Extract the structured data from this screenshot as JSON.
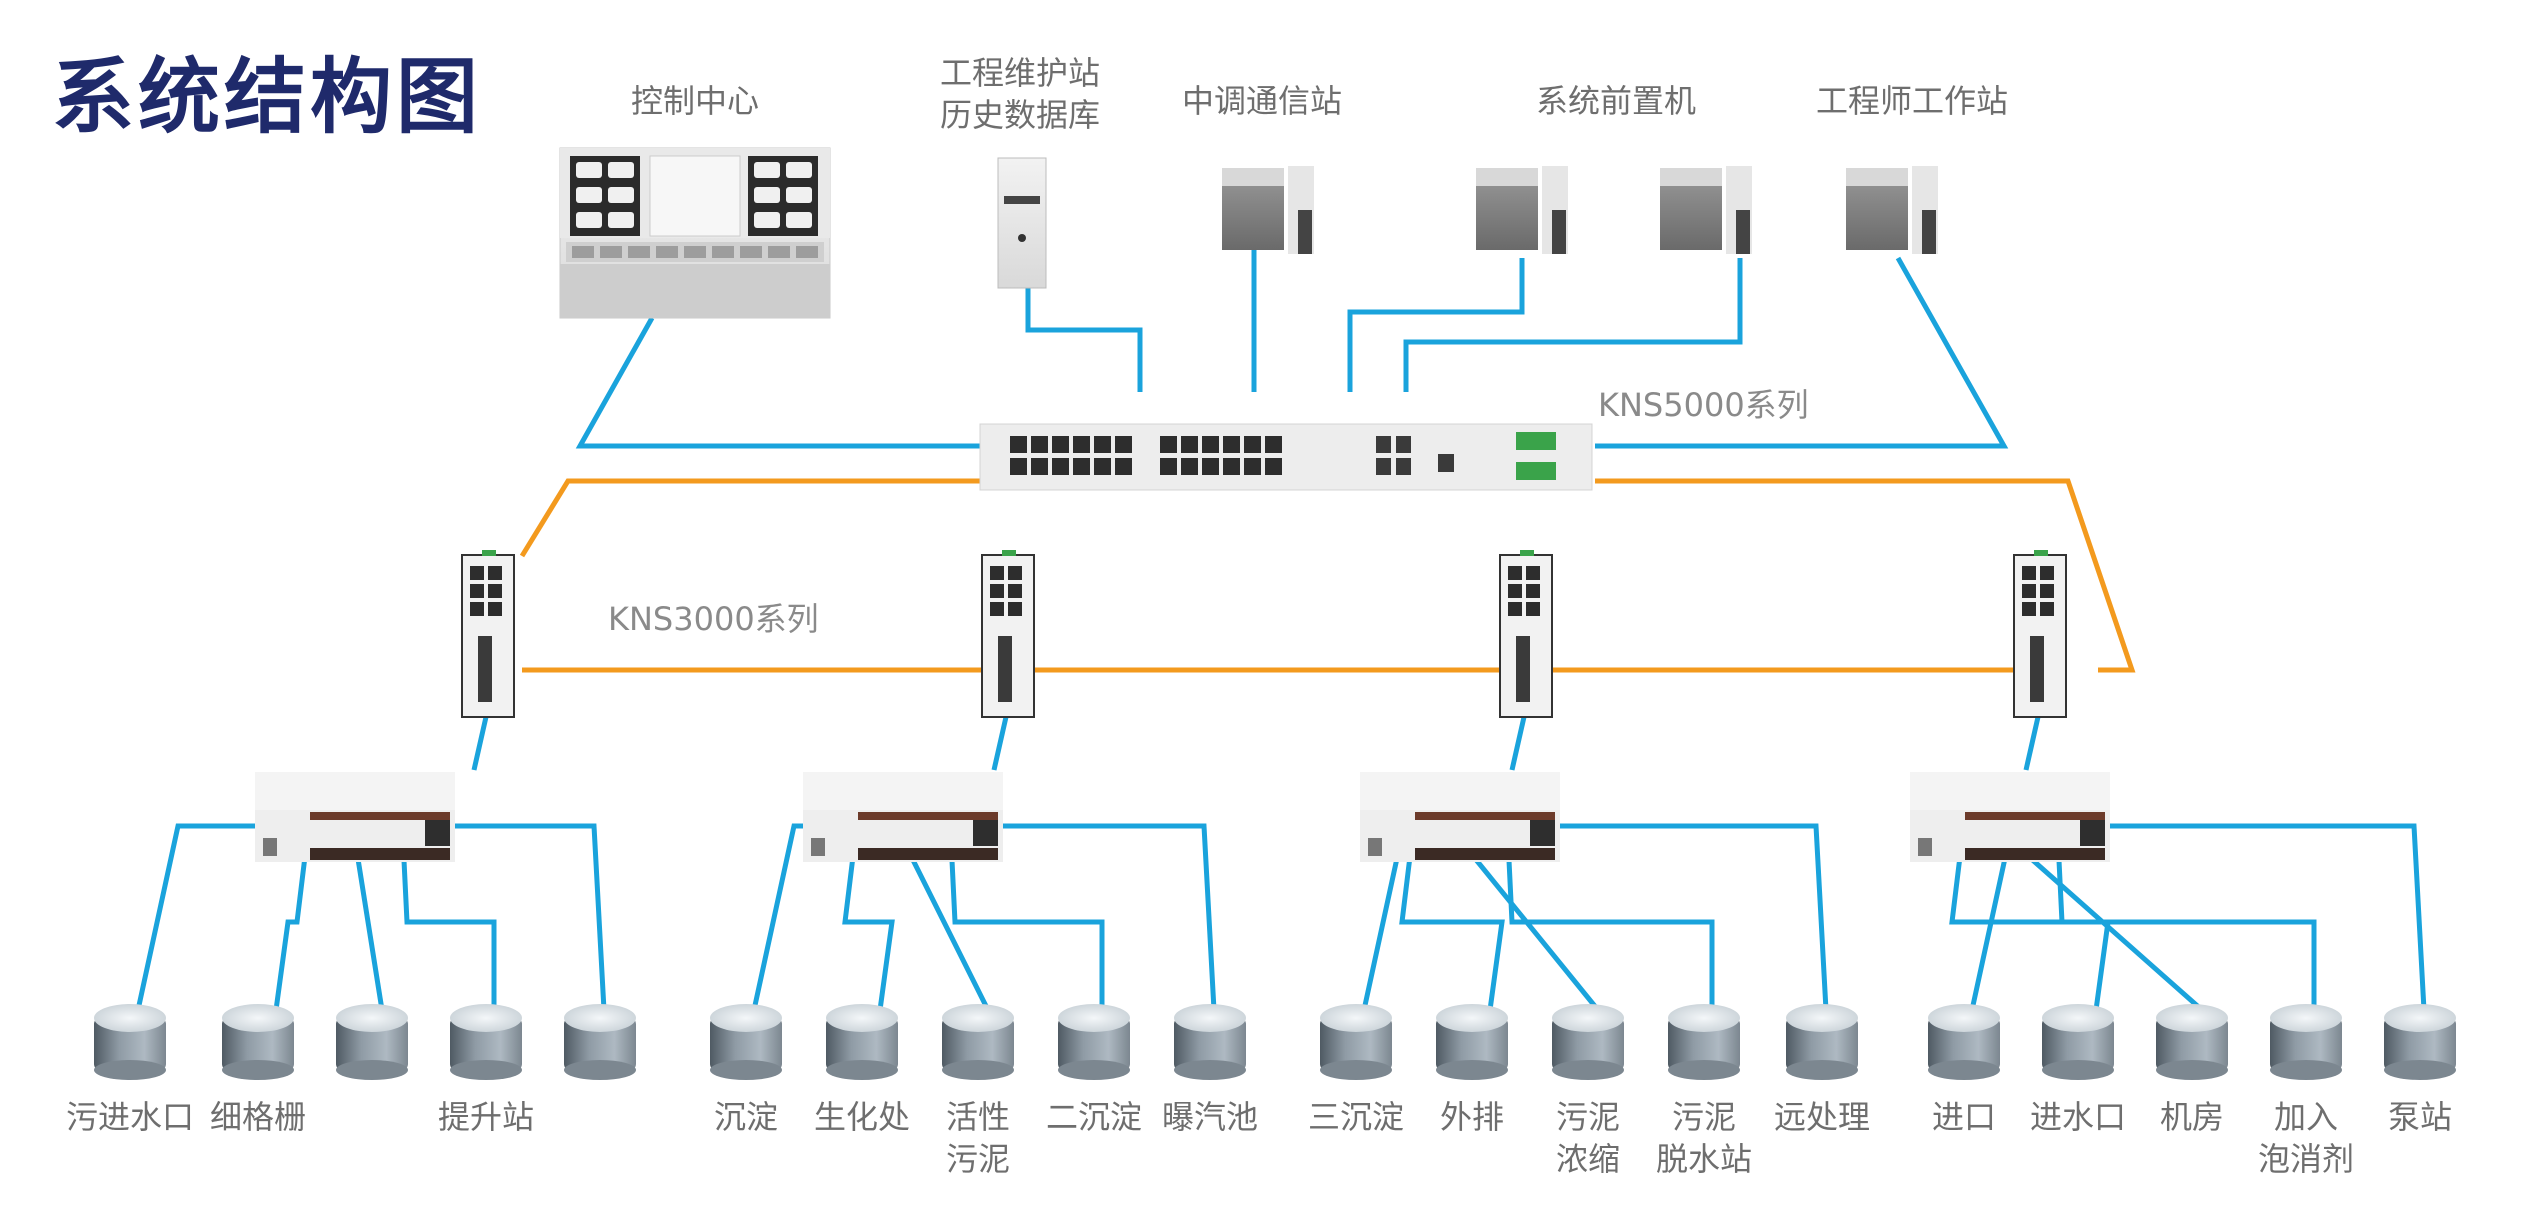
{
  "title": "系统结构图",
  "colors": {
    "title": "#1f2a6b",
    "ethernet_line": "#1aa3dc",
    "ring_line": "#f39a1e",
    "label": "#6e6e6e"
  },
  "top_devices": [
    {
      "id": "control-center",
      "label": "控制中心",
      "type": "console"
    },
    {
      "id": "maintenance-station",
      "label": "工程维护站\n历史数据库",
      "type": "server"
    },
    {
      "id": "dispatch-comm-station",
      "label": "中调通信站",
      "type": "workstation"
    },
    {
      "id": "front-end-1",
      "label": "系统前置机",
      "type": "workstation"
    },
    {
      "id": "front-end-2",
      "label": "",
      "type": "workstation"
    },
    {
      "id": "engineer-station",
      "label": "工程师工作站",
      "type": "workstation"
    }
  ],
  "core_switch": {
    "label": "KNS5000系列"
  },
  "access_switch_series": {
    "label": "KNS3000系列"
  },
  "access_switch_count": 4,
  "clusters": [
    {
      "sensors": [
        {
          "label": "污进水口"
        },
        {
          "label": "细格栅"
        },
        {
          "label": ""
        },
        {
          "label": "提升站"
        },
        {
          "label": ""
        }
      ]
    },
    {
      "sensors": [
        {
          "label": "沉淀"
        },
        {
          "label": "生化处"
        },
        {
          "label": "活性\n污泥"
        },
        {
          "label": "二沉淀"
        },
        {
          "label": "曝汽池"
        }
      ]
    },
    {
      "sensors": [
        {
          "label": "三沉淀"
        },
        {
          "label": "外排"
        },
        {
          "label": "污泥\n浓缩"
        },
        {
          "label": "污泥\n脱水站"
        },
        {
          "label": "远处理"
        }
      ]
    },
    {
      "sensors": [
        {
          "label": "进口"
        },
        {
          "label": "进水口"
        },
        {
          "label": "机房"
        },
        {
          "label": "加入\n泡消剂"
        },
        {
          "label": "泵站"
        }
      ]
    }
  ]
}
